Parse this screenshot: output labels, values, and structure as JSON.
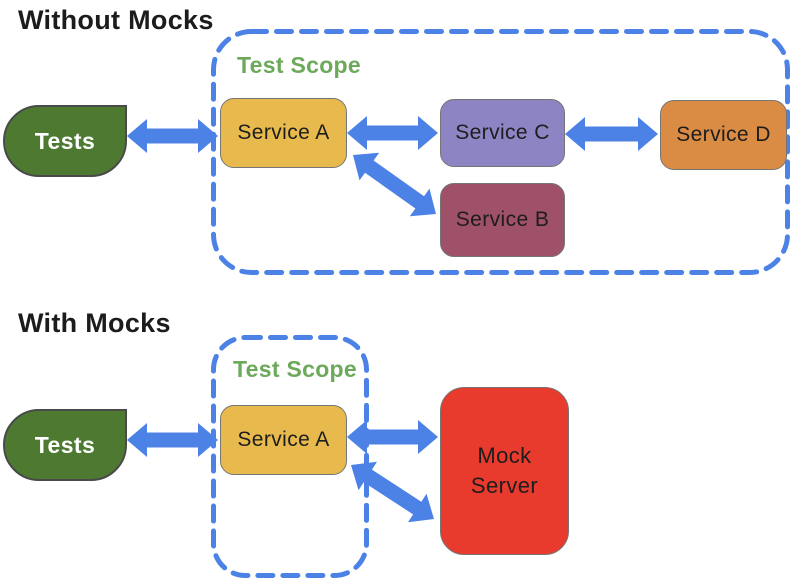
{
  "without_mocks": {
    "title": "Without Mocks",
    "scope_label": "Test Scope",
    "nodes": {
      "tests": "Tests",
      "service_a": "Service A",
      "service_b": "Service B",
      "service_c": "Service C",
      "service_d": "Service D"
    }
  },
  "with_mocks": {
    "title": "With Mocks",
    "scope_label": "Test Scope",
    "nodes": {
      "tests": "Tests",
      "service_a": "Service A",
      "mock_server": "Mock Server"
    }
  },
  "colors": {
    "title_text": "#1c1c1c",
    "arrow": "#4C82E6",
    "scope_border": "#4C82E6",
    "scope_label": "#6CA95B",
    "tests_fill": "#4D7A30",
    "service_a_fill": "#E8BA4D",
    "service_b_fill": "#9F5169",
    "service_c_fill": "#8D84C3",
    "service_d_fill": "#DA8C44",
    "mock_server_fill": "#E83A2D"
  }
}
